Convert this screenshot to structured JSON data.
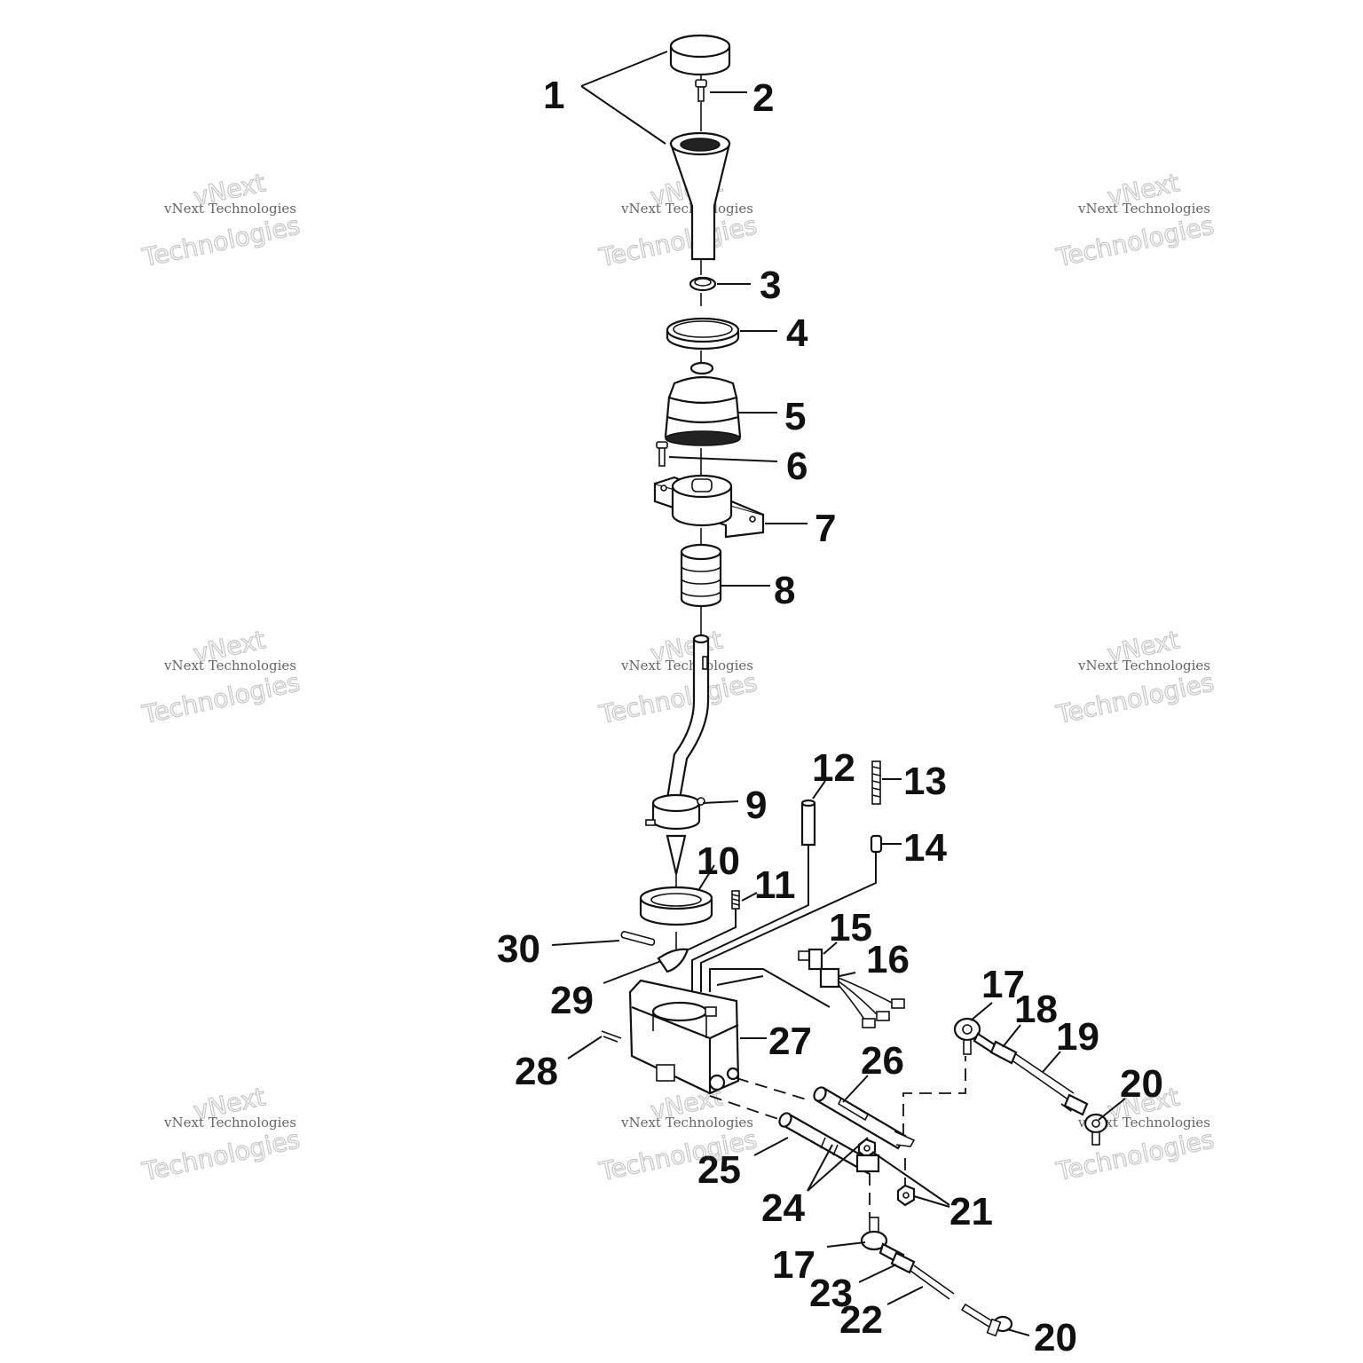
{
  "callouts": [
    "1",
    "2",
    "3",
    "4",
    "5",
    "6",
    "7",
    "8",
    "9",
    "10",
    "11",
    "12",
    "13",
    "14",
    "15",
    "16",
    "17",
    "18",
    "19",
    "20",
    "21",
    "22",
    "23",
    "24",
    "25",
    "26",
    "27",
    "28",
    "29",
    "30"
  ],
  "extra_callouts": {
    "c17b": "17",
    "c20b": "20"
  },
  "watermark": {
    "line1": "vNext Technologies",
    "line2": "vNext",
    "line3": "Technologies"
  },
  "colors": {
    "ink": "#111111",
    "watermark": "#c6c6c6"
  }
}
